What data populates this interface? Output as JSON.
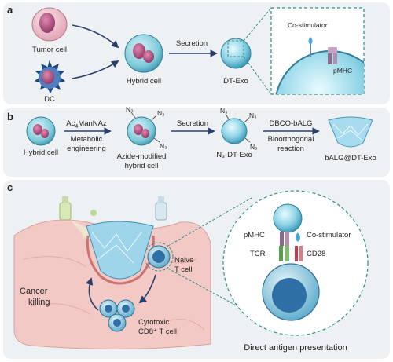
{
  "panels": {
    "a": {
      "letter": "a",
      "tumor_cell": "Tumor cell",
      "dc": "DC",
      "hybrid_cell": "Hybrid cell",
      "secretion": "Secretion",
      "dt_exo": "DT-Exo",
      "co_stimulator": "Co-stimulator",
      "pmhc": "pMHC"
    },
    "b": {
      "letter": "b",
      "hybrid_cell": "Hybrid cell",
      "reagent_base": "Ac",
      "reagent_sub": "4",
      "reagent_rest": "ManNAz",
      "metabolic": "Metabolic",
      "engineering": "engineering",
      "azide_line1": "Azide-modified",
      "azide_line2": "hybrid cell",
      "secretion": "Secretion",
      "n3_dt_exo": "N₃-DT-Exo",
      "dbco": "DBCO-bALG",
      "bioorth1": "Bioorthogonal",
      "bioorth2": "reaction",
      "balg_exo": "bALG@DT-Exo",
      "azide_tag": "N₃"
    },
    "c": {
      "letter": "c",
      "pmhc": "pMHC",
      "co_stimulator": "Co-stimulator",
      "tcr": "TCR",
      "cd28": "CD28",
      "naive1": "Naive",
      "naive2": "T cell",
      "cancer1": "Cancer",
      "cancer2": "killing",
      "cyto1": "Cytotoxic",
      "cyto2": "CD8⁺ T cell",
      "direct": "Direct antigen presentation"
    }
  },
  "colors": {
    "panel_bg": "#eef1f4",
    "arrow": "#2b3f6b",
    "cell_fill": "#7fcad9",
    "nucleus": "#b85a86",
    "tumor": "#e6a7b8",
    "dc": "#1f4f8f",
    "exo": "#8fd4e6",
    "dash": "#2f8f8a",
    "tissue": "#f3c9c6"
  }
}
